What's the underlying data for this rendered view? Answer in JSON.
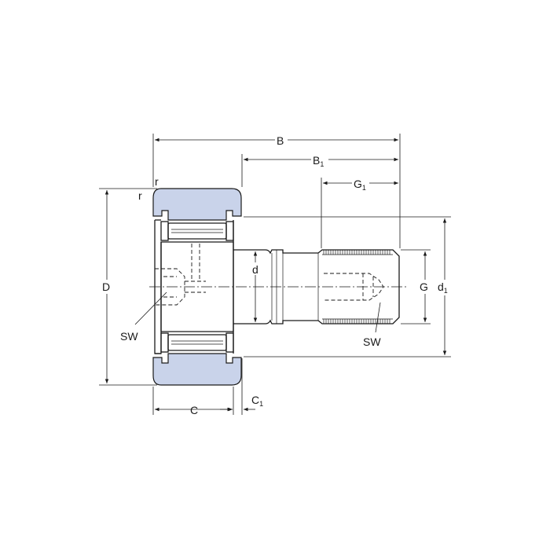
{
  "labels": {
    "B": "B",
    "B1_main": "B",
    "B1_sub": "1",
    "G1_main": "G",
    "G1_sub": "1",
    "D": "D",
    "d": "d",
    "G": "G",
    "d1_main": "d",
    "d1_sub": "1",
    "C": "C",
    "C1_main": "C",
    "C1_sub": "1",
    "r_top": "r",
    "r_side": "r",
    "SW_left": "SW",
    "SW_right": "SW"
  },
  "colors": {
    "outer_ring_fill": "#c9d3ea",
    "line": "#1a1a1a"
  }
}
